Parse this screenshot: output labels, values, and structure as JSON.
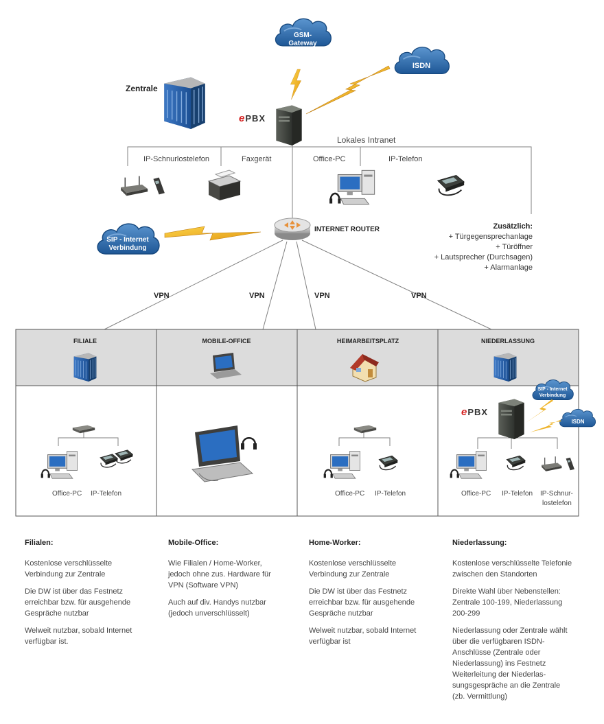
{
  "top": {
    "zentrale": "Zentrale",
    "epbx_e": "e",
    "epbx_rest": "PBX",
    "lokales_intranet": "Lokales Intranet",
    "internet_router": "INTERNET ROUTER"
  },
  "clouds": {
    "gsm": [
      "GSM-",
      "Gateway"
    ],
    "isdn": "ISDN",
    "sip": [
      "SIP - Internet",
      "Verbindung"
    ],
    "sip_small": [
      "SIP - Internet",
      "Verbindung"
    ],
    "isdn_small": "ISDN"
  },
  "devices": [
    "IP-Schnurlostelefon",
    "Faxgerät",
    "Office-PC",
    "IP-Telefon"
  ],
  "extras": {
    "title": "Zusätzlich:",
    "items": [
      "+ Türgegensprechanlage",
      "+ Türöffner",
      "+ Lautsprecher (Durchsagen)",
      "+ Alarmanlage"
    ]
  },
  "vpn": [
    "VPN",
    "VPN",
    "VPN",
    "VPN"
  ],
  "sites": [
    {
      "header": "FILIALE",
      "labels": [
        "Office-PC",
        "IP-Telefon"
      ]
    },
    {
      "header": "MOBILE-OFFICE",
      "labels": []
    },
    {
      "header": "HEIMARBEITSPLATZ",
      "labels": [
        "Office-PC",
        "IP-Telefon"
      ]
    },
    {
      "header": "NIEDERLASSUNG",
      "labels": [
        "Office-PC",
        "IP-Telefon",
        "IP-Schnur-",
        "lostelefon"
      ]
    }
  ],
  "niederlassung_epbx_e": "e",
  "niederlassung_epbx_rest": "PBX",
  "columns": [
    {
      "title": "Filialen:",
      "paragraphs": [
        "Kostenlose verschlüsselte Verbindung zur Zentrale",
        "Die DW ist über das Festnetz erreichbar bzw. für ausgehende Gespräche nutzbar",
        "Welweit nutzbar, sobald Internet verfügbar ist."
      ]
    },
    {
      "title": "Mobile-Office:",
      "paragraphs": [
        "Wie Filialen / Home-Worker, jedoch ohne zus. Hardware für VPN (Software VPN)",
        "Auch auf div. Handys nutzbar (jedoch unverschlüsselt)"
      ]
    },
    {
      "title": "Home-Worker:",
      "paragraphs": [
        "Kostenlose verschlüsselte Verbindung zur Zentrale",
        "Die DW ist über das Festnetz erreichbar bzw. für ausgehende Gespräche nutzbar",
        "Welweit nutzbar, sobald Internet verfügbar ist"
      ]
    },
    {
      "title": "Niederlassung:",
      "paragraphs": [
        "Kostenlose verschlüsselte Telefonie zwischen den Standorten",
        "Direkte Wahl über Nebenstellen: Zentrale 100-199, Niederlassung 200-299",
        "Niederlassung oder Zentrale wählt über die verfügbaren ISDN-Anschlüsse (Zentrale oder Niederlassung) ins Festnetz Weiterleitung der Niederlas-sungsgespräche an die Zentrale (zb. Vermittlung)"
      ]
    }
  ]
}
